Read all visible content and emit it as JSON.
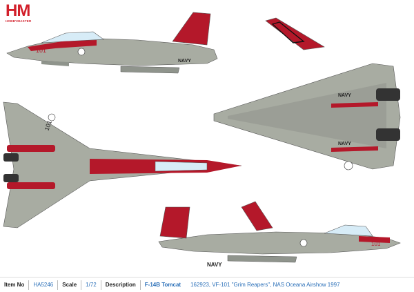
{
  "brand": {
    "logo_text": "HM",
    "logo_subtext": "HOBBYMASTER"
  },
  "markings": {
    "modex_side": "101",
    "modex_top": "101",
    "navy_label": "NAVY"
  },
  "colors": {
    "airframe_gray": "#a8aca2",
    "panel_gray": "#8f948c",
    "red_scheme": "#b4182a",
    "canopy": "#d7ecf7",
    "brand_red": "#d2202b",
    "info_blue": "#2a6fb8"
  },
  "info": {
    "item_no_label": "Item No",
    "item_no_value": "HA5246",
    "scale_label": "Scale",
    "scale_value": "1/72",
    "description_label": "Description",
    "model_name": "F-14B Tomcat",
    "description_value": "162923, VF-101 \"Grim Reapers\", NAS Oceana Airshow 1997"
  }
}
